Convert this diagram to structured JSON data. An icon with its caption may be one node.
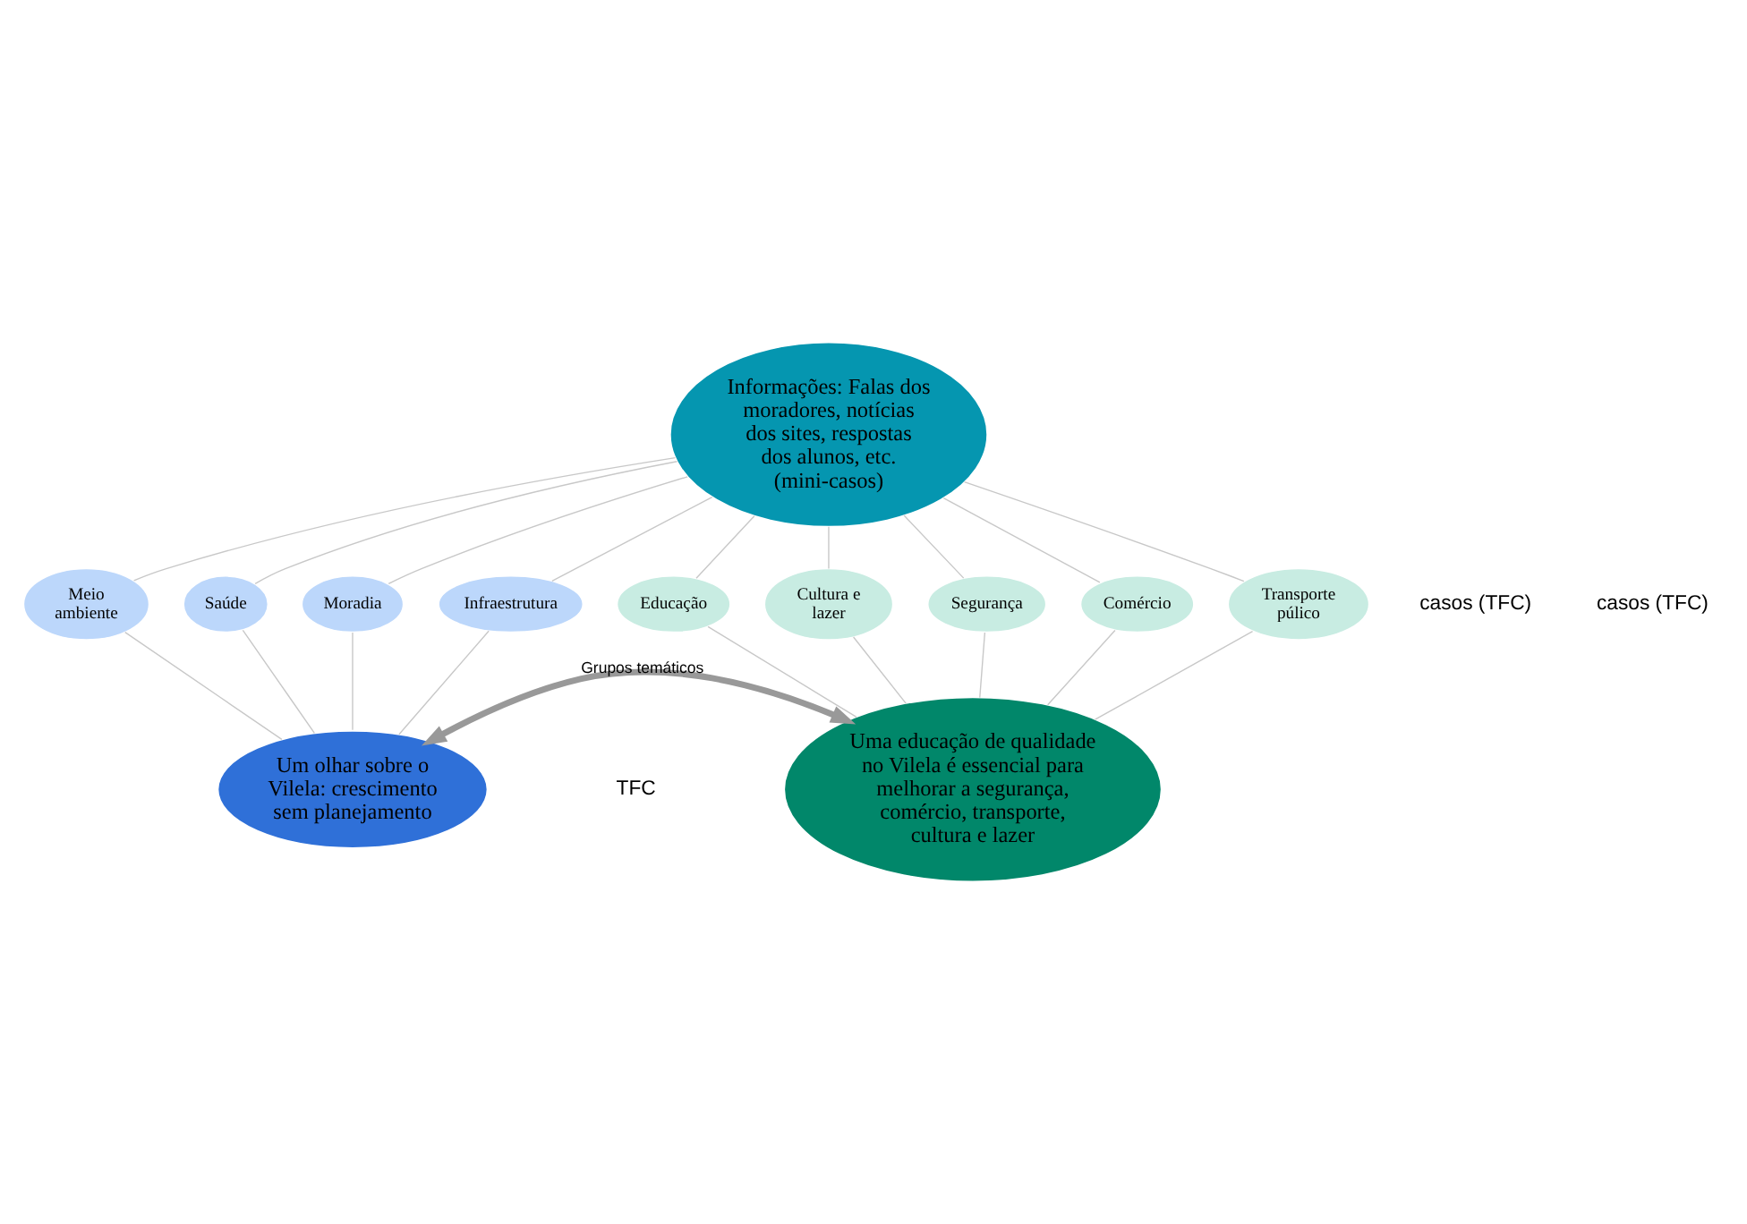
{
  "diagram": {
    "nodes": [
      {
        "text": [
          "Informações: Falas dos moradores, notícias dos sites, respostas dos alunos, etc. (mini-casos)"
        ]
      },
      {
        "text": [
          "Meio ambiente"
        ]
      },
      {
        "text": [
          "Saúde"
        ]
      },
      {
        "text": [
          "Moradia"
        ]
      },
      {
        "text": [
          "Infraestrutura"
        ]
      },
      {
        "text": [
          "Educação"
        ]
      },
      {
        "text": [
          "Cultura e lazer"
        ]
      },
      {
        "text": [
          "Segurança"
        ]
      },
      {
        "text": [
          "Comércio"
        ]
      },
      {
        "text": [
          "Transporte púlico"
        ]
      },
      {
        "text": [
          "Um olhar sobre o Vilela: crescimento sem planejamento"
        ]
      },
      {
        "text": [
          "Uma educação de qualidade no Vilela é essencial para melhorar a segurança, comércio, transporte, cultura e lazer"
        ]
      }
    ],
    "edges": [
      {
        "from": 0,
        "to": 1,
        "arrow": "none"
      },
      {
        "from": 0,
        "to": 3,
        "arrow": "none"
      },
      {
        "from": 0,
        "to": 2,
        "arrow": "none"
      },
      {
        "from": 0,
        "to": 4,
        "arrow": "none"
      },
      {
        "from": 0,
        "to": 9,
        "arrow": "none"
      },
      {
        "from": 0,
        "to": 7,
        "arrow": "none"
      },
      {
        "from": 0,
        "to": 8,
        "arrow": "none"
      },
      {
        "from": 0,
        "to": 5,
        "arrow": "none"
      },
      {
        "from": 0,
        "to": 6,
        "arrow": "none"
      },
      {
        "from": 1,
        "to": 10,
        "arrow": "none"
      },
      {
        "from": 3,
        "to": 10,
        "arrow": "none"
      },
      {
        "from": 2,
        "to": 10,
        "arrow": "none"
      },
      {
        "from": 4,
        "to": 10,
        "arrow": "none"
      },
      {
        "from": 7,
        "to": 11,
        "arrow": "none"
      },
      {
        "from": 9,
        "to": 11,
        "arrow": "none"
      },
      {
        "from": 8,
        "to": 11,
        "arrow": "none"
      },
      {
        "from": 5,
        "to": 11,
        "arrow": "none"
      },
      {
        "from": 6,
        "to": 11,
        "arrow": "none"
      },
      {
        "from": 10,
        "to": 11,
        "arrow": "both",
        "label": "Grupos temáticos",
        "style": "thick",
        "color": "#999999"
      }
    ],
    "labels": [
      "casos (TFC)",
      "casos (TFC)",
      "TFC"
    ]
  }
}
